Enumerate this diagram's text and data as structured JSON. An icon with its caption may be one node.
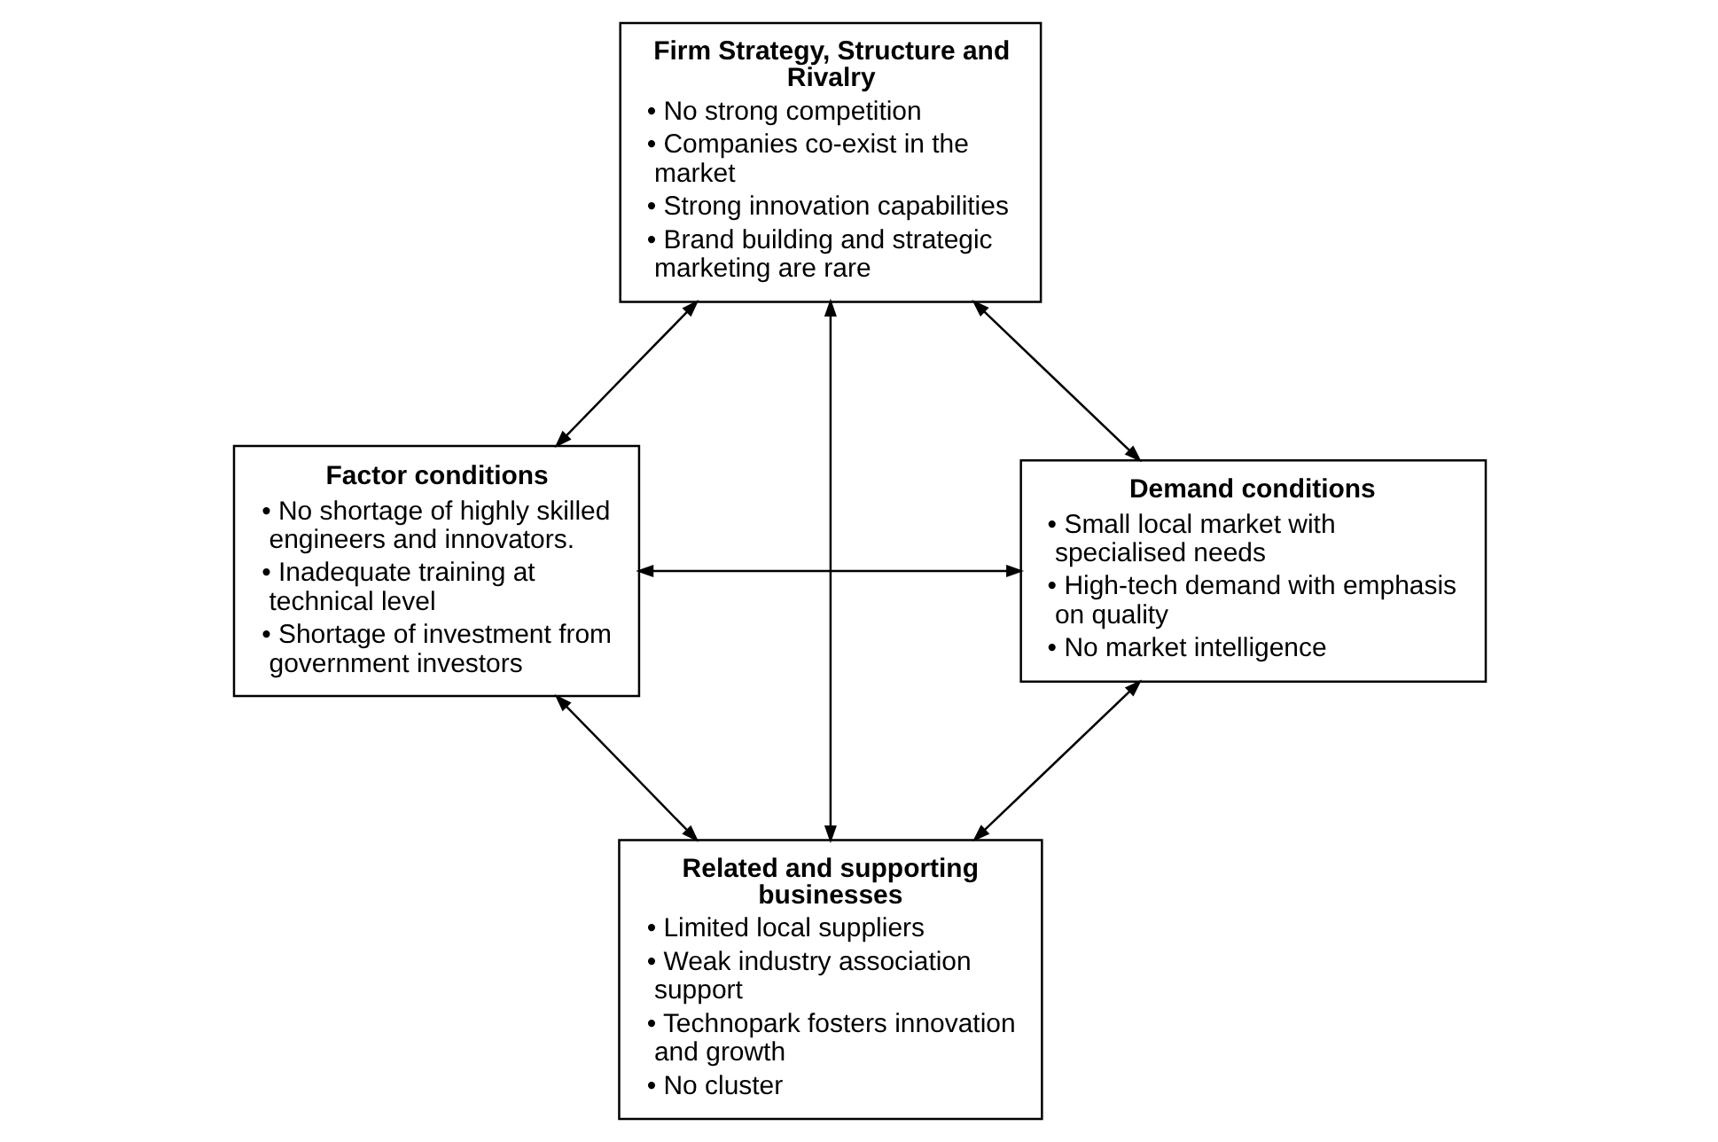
{
  "diagram": {
    "nodes": [
      {
        "text": [
          "Firm Strategy, Structure and Rivalry",
          "• No strong competition",
          "• Companies co-exist in the market",
          "• Strong innovation capabilities",
          "• Brand building and strategic marketing are rare"
        ]
      },
      {
        "text": [
          "Factor conditions",
          "• No shortage of highly skilled engineers and innovators.",
          "• Inadequate training at technical level",
          "• Shortage of investment from government investors"
        ]
      },
      {
        "text": [
          "Demand conditions",
          "• Small local market with specialised needs",
          "• High-tech demand with emphasis on quality",
          "• No market intelligence"
        ]
      },
      {
        "text": [
          "Related and supporting businesses",
          "• Limited local suppliers",
          "• Weak industry association support",
          "• Technopark fosters innovation and growth",
          "• No cluster"
        ]
      }
    ],
    "edges": [
      {
        "from": 0,
        "to": 1,
        "arrow": "both"
      },
      {
        "from": 0,
        "to": 2,
        "arrow": "both"
      },
      {
        "from": 1,
        "to": 2,
        "arrow": "both"
      },
      {
        "from": 0,
        "to": 3,
        "arrow": "both"
      },
      {
        "from": 1,
        "to": 3,
        "arrow": "both"
      },
      {
        "from": 2,
        "to": 3,
        "arrow": "both"
      }
    ]
  }
}
